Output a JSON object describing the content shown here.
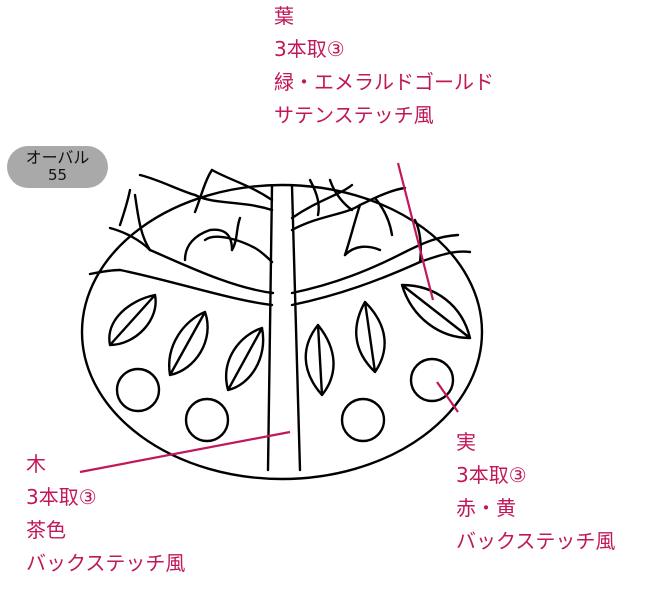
{
  "badge": {
    "shape": "オーバル",
    "size": "55"
  },
  "annotations": {
    "leaf": {
      "part": "葉",
      "strands": "3本取③",
      "colors": "緑・エメラルドゴールド",
      "stitch": "サテンステッチ風"
    },
    "tree": {
      "part": "木",
      "strands": "3本取③",
      "colors": "茶色",
      "stitch": "バックステッチ風"
    },
    "fruit": {
      "part": "実",
      "strands": "3本取③",
      "colors": "赤・黄",
      "stitch": "バックステッチ風"
    }
  },
  "colors": {
    "annotation": "#c0185a",
    "line": "#000000",
    "badge": "#a9a9a9"
  }
}
